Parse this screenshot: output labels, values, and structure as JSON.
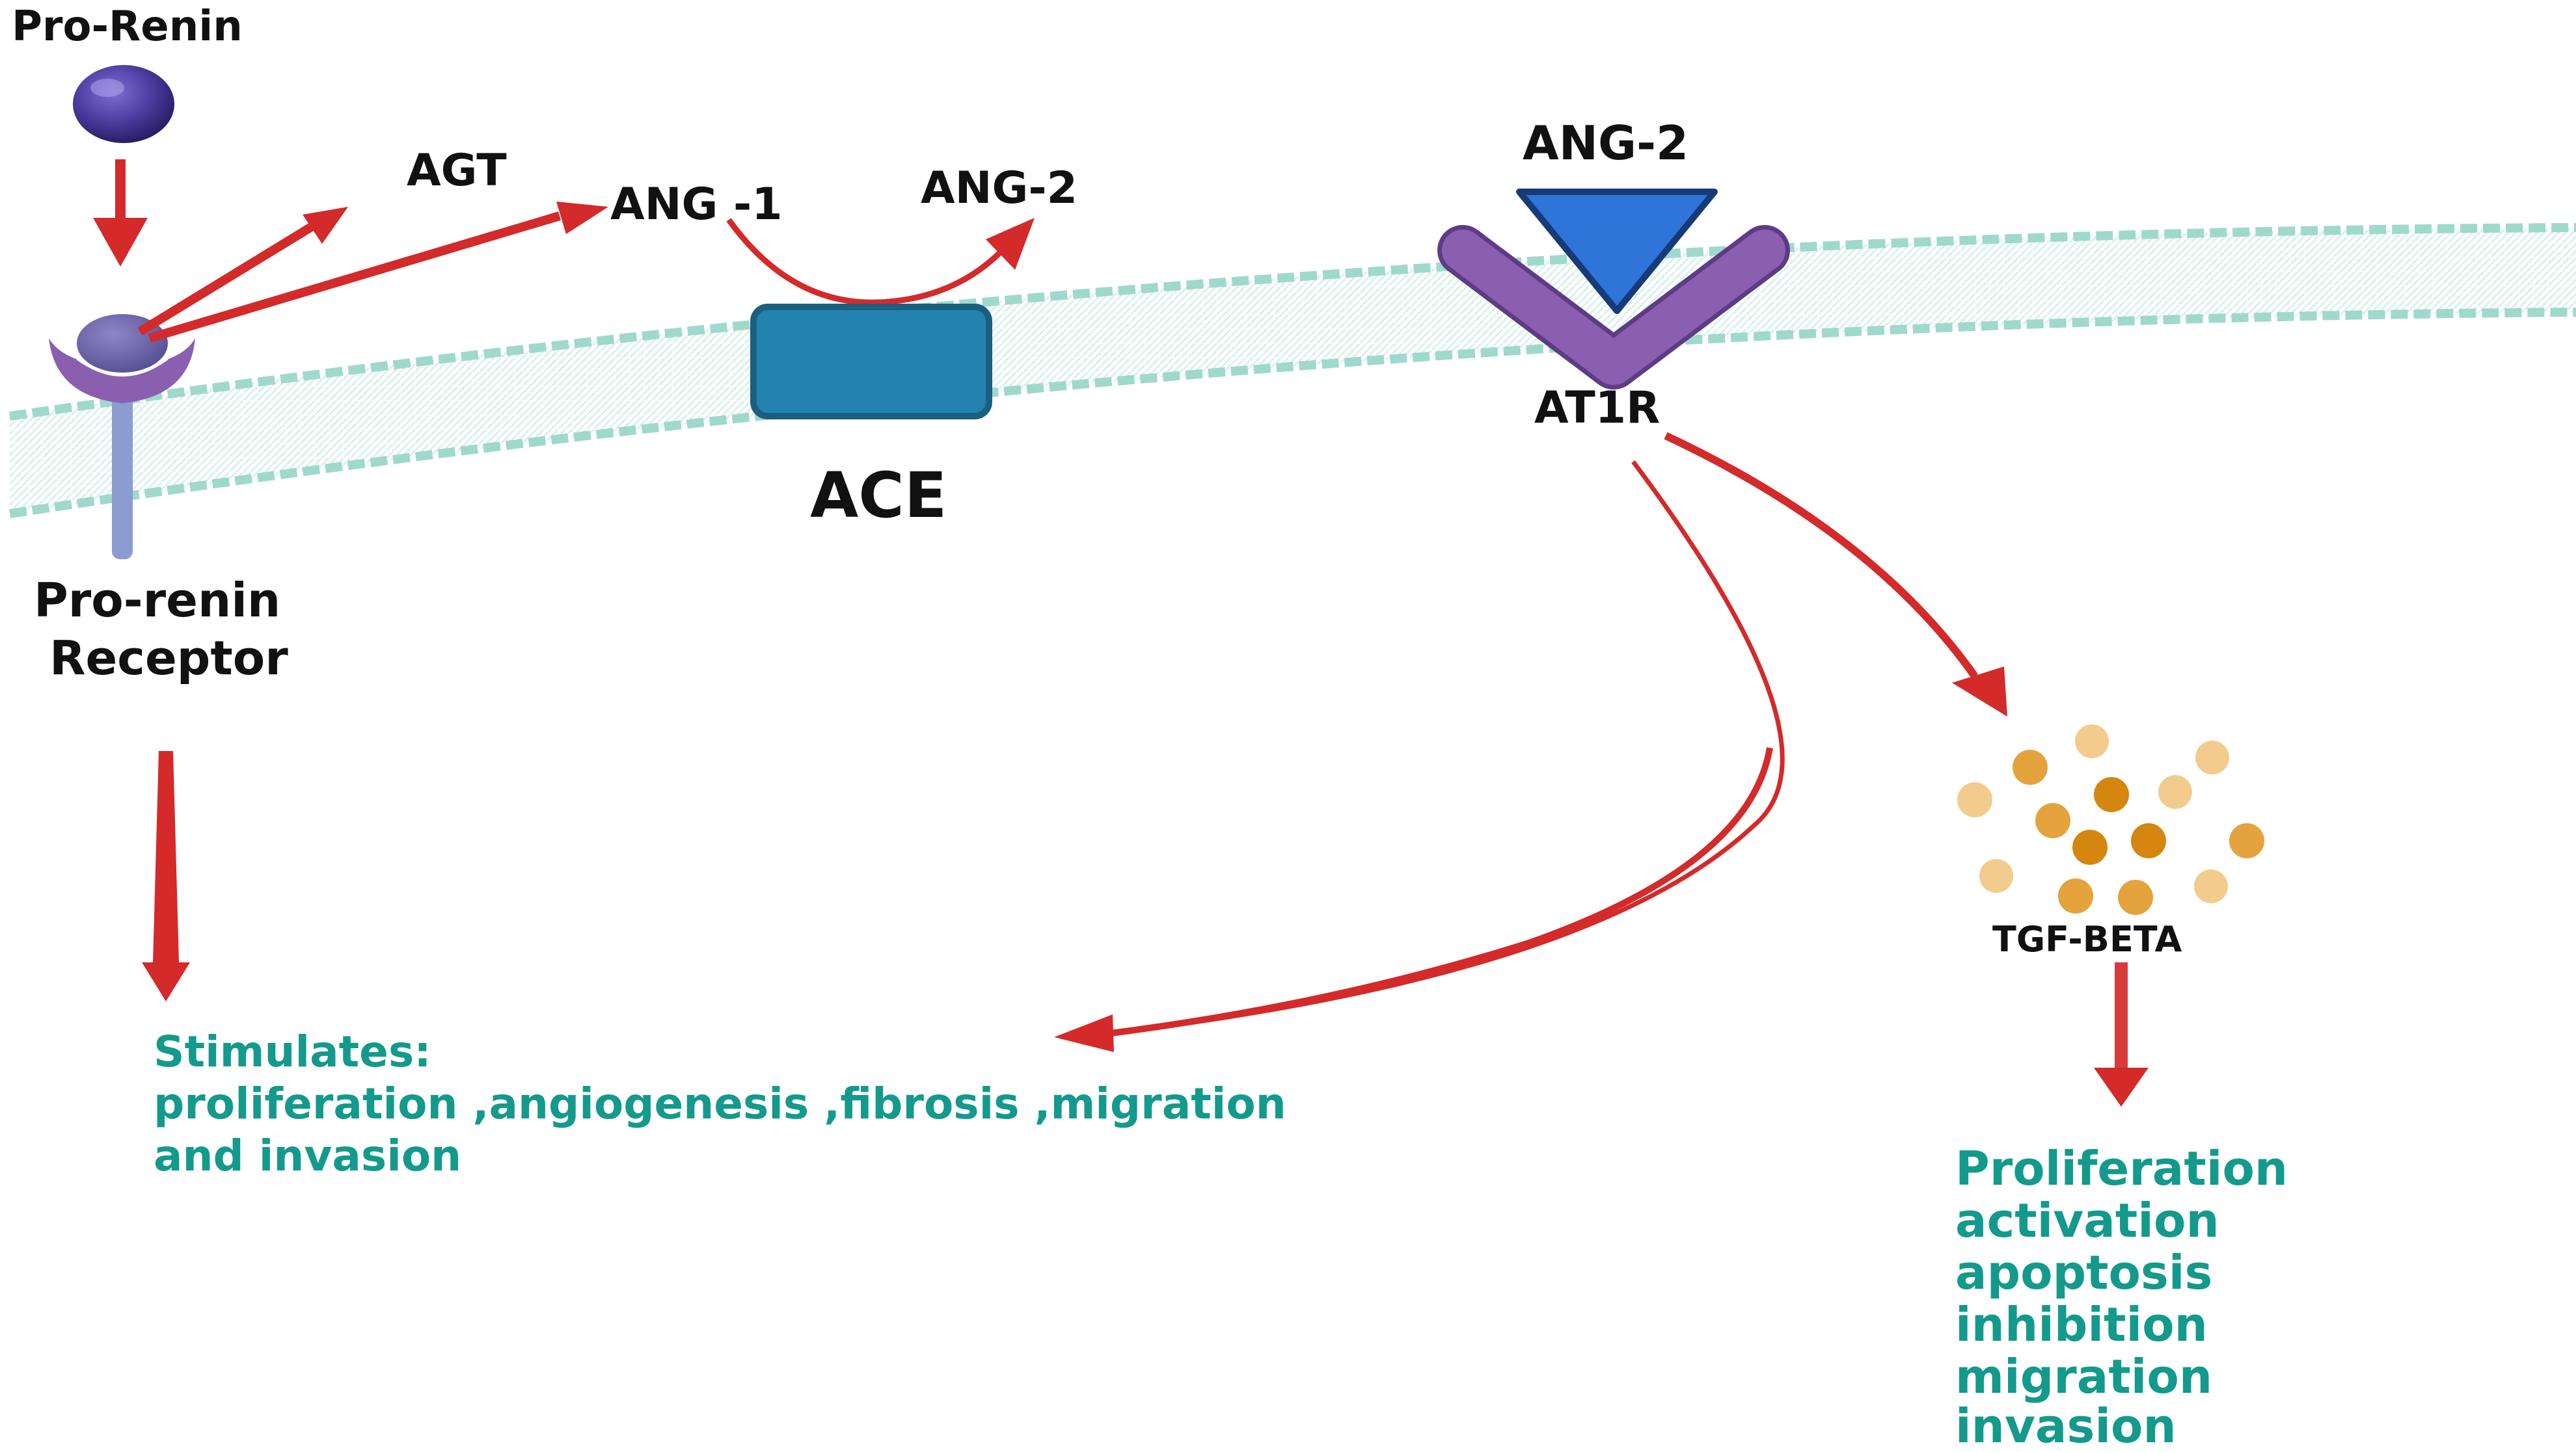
{
  "labels": {
    "pro_renin": "Pro-Renin",
    "agt": "AGT",
    "ang1": "ANG -1",
    "ang2_left": "ANG-2",
    "ang2_right": "ANG-2",
    "at1r": "AT1R",
    "ace": "ACE",
    "receptor_line1": "Pro-renin",
    "receptor_line2": "Receptor",
    "tgf": "TGF-BETA"
  },
  "effects_left": [
    "Stimulates:",
    "proliferation ,angiogenesis ,fibrosis ,migration",
    "and  invasion"
  ],
  "effects_right": [
    "Proliferation",
    "activation",
    "apoptosis",
    "inhibition",
    "migration",
    "invasion"
  ],
  "colors": {
    "arrow": "#d42a2a",
    "membrane": "#9fd9cc",
    "teal_text": "#139a8c",
    "ace": "#2382b0",
    "receptor": "#8a5fb0",
    "ang2_triangle": "#2f74d8",
    "pro_renin": "#4b3a9e",
    "stalk": "#8c9bd0",
    "tgf_dots": "#e4a33c"
  }
}
